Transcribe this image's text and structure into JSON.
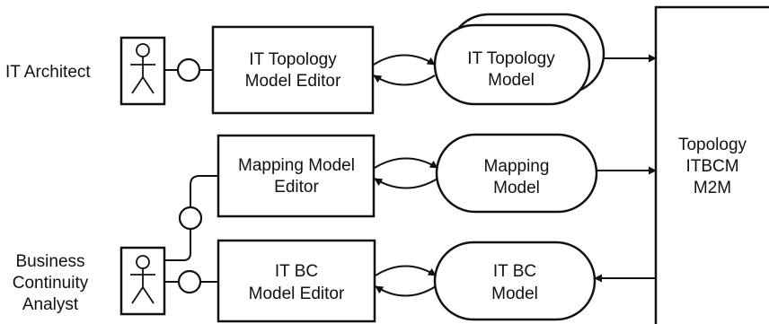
{
  "actors": {
    "architect": {
      "label": "IT Architect"
    },
    "analyst": {
      "label_lines": [
        "Business",
        "Continuity",
        "Analyst"
      ]
    }
  },
  "editors": {
    "topology": {
      "lines": [
        "IT Topology",
        "Model Editor"
      ]
    },
    "mapping": {
      "lines": [
        "Mapping Model",
        "Editor"
      ]
    },
    "itbc": {
      "lines": [
        "IT BC",
        "Model Editor"
      ]
    }
  },
  "models": {
    "topology": {
      "lines": [
        "IT Topology",
        "Model"
      ]
    },
    "mapping": {
      "lines": [
        "Mapping",
        "Model"
      ]
    },
    "itbc": {
      "lines": [
        "IT BC",
        "Model"
      ]
    }
  },
  "transformation": {
    "lines": [
      "Topology",
      "ITBCM",
      "M2M"
    ]
  }
}
